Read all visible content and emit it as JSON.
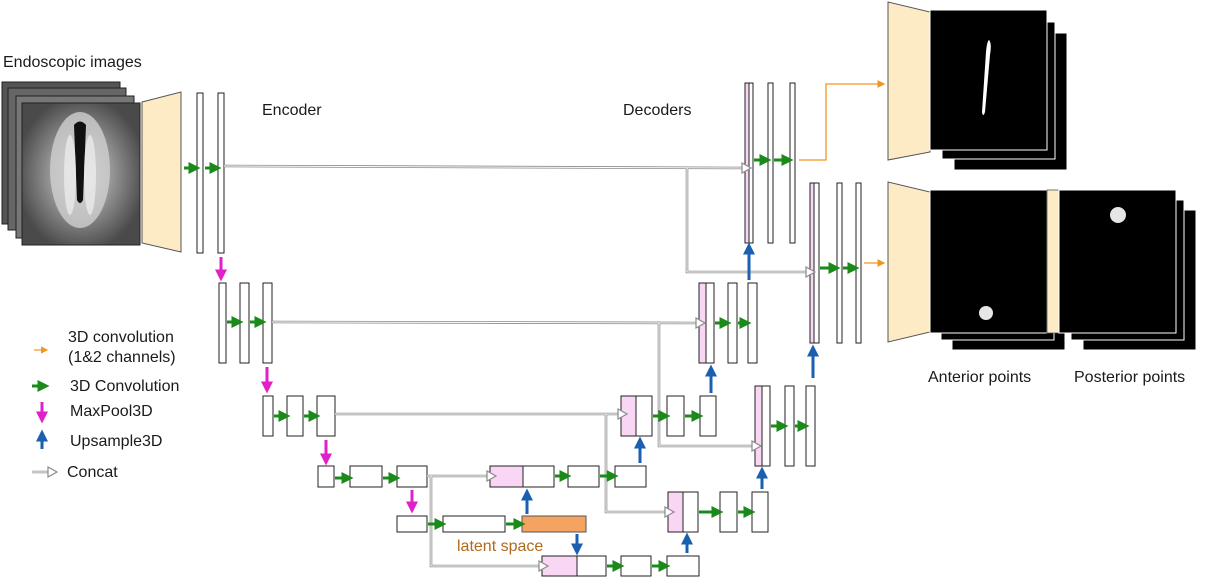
{
  "labels": {
    "input": "Endoscopic images",
    "encoder": "Encoder",
    "decoders": "Decoders",
    "latent": "latent space",
    "anterior": "Anterior points",
    "posterior": "Posterior points"
  },
  "legend": [
    {
      "icon": "orange-arrow-icon",
      "text1": "3D convolution",
      "text2": "(1&2 channels)"
    },
    {
      "icon": "green-arrow-icon",
      "text1": "3D Convolution"
    },
    {
      "icon": "magenta-down-arrow-icon",
      "text1": "MaxPool3D"
    },
    {
      "icon": "blue-up-arrow-icon",
      "text1": "Upsample3D"
    },
    {
      "icon": "gray-concat-arrow-icon",
      "text1": "Concat"
    }
  ],
  "colors": {
    "conv": "#1a8a1a",
    "maxpool": "#e020c8",
    "upsample": "#1a5fb0",
    "output_conv": "#f0961e",
    "concat": "#8a8a8a",
    "latent_fill": "#f4a460",
    "concat_fill": "#f8d6f4",
    "trapezoid_fill": "#fdebc6"
  }
}
